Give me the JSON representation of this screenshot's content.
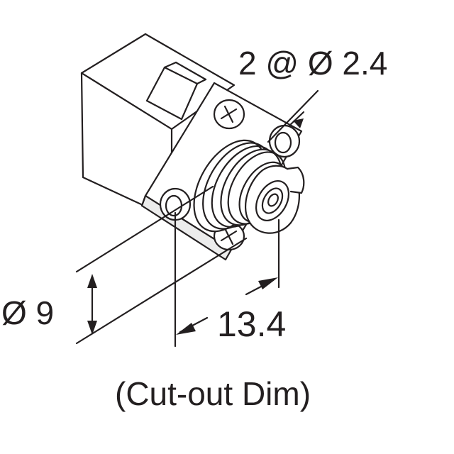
{
  "labels": {
    "hole_callout": "2 @ Ø 2.4",
    "cutout_diameter": "Ø 9",
    "hole_spacing": "13.4",
    "caption": "(Cut-out Dim)"
  },
  "colors": {
    "line": "#231f20",
    "face": "#ffffff",
    "shade": "#e8e8e8"
  }
}
